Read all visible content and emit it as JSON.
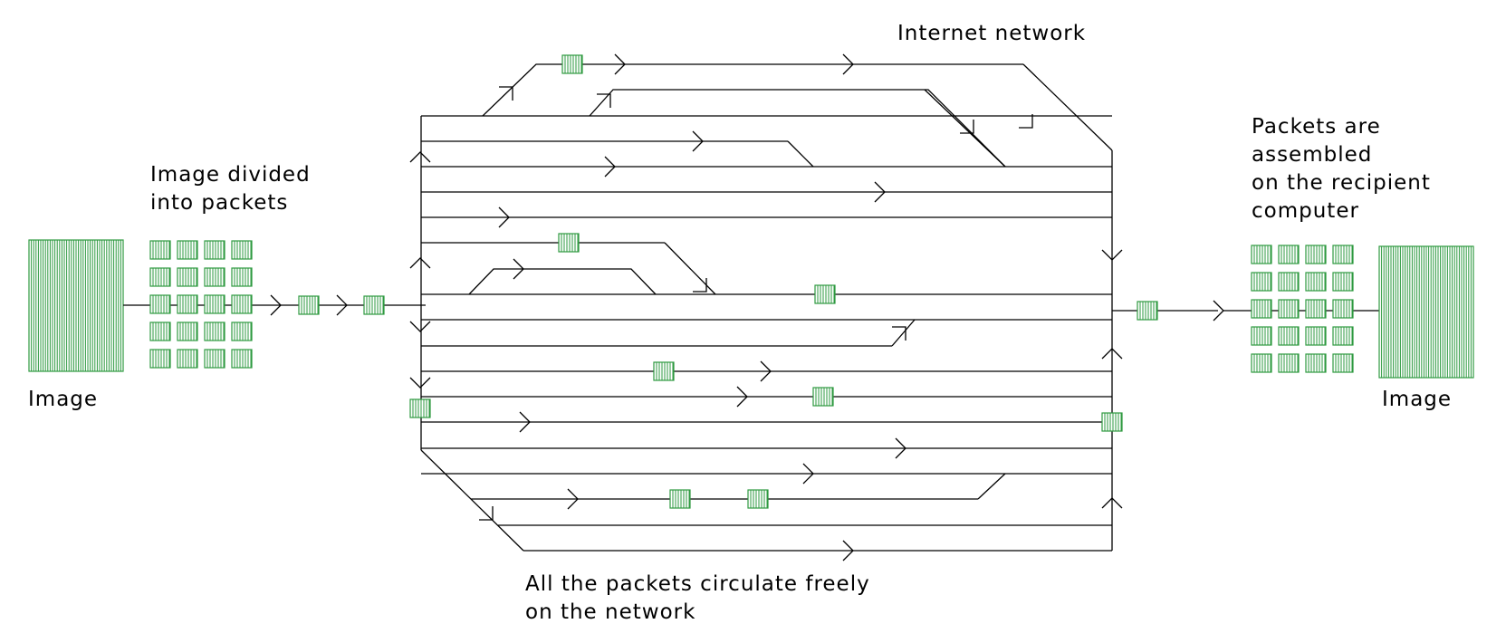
{
  "labels": {
    "source_image": "Image",
    "divided_line1": "Image divided",
    "divided_line2": "into packets",
    "network": "Internet network",
    "circulate_line1": "All the packets circulate freely",
    "circulate_line2": "on the network",
    "assembled_line1": "Packets are",
    "assembled_line2": "assembled",
    "assembled_line3": "on the recipient",
    "assembled_line4": "computer",
    "dest_image": "Image"
  },
  "colors": {
    "packet_stroke": "#2e9a40",
    "packet_fill": "#ffffff",
    "line": "#000000",
    "text": "#000000"
  }
}
